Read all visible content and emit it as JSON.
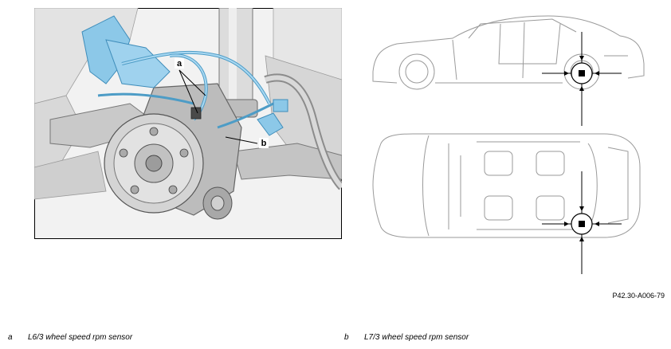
{
  "callouts": {
    "a": "a",
    "b": "b"
  },
  "figure_code": "P42.30-A006-79",
  "legend": [
    {
      "letter": "a",
      "text": "L6/3 wheel speed rpm sensor"
    },
    {
      "letter": "b",
      "text": "L7/3 wheel speed rpm sensor"
    }
  ],
  "colors": {
    "highlight": "#8cc8e8",
    "highlight_dark": "#4d9cc6",
    "line_gray": "#9a9a9a"
  }
}
